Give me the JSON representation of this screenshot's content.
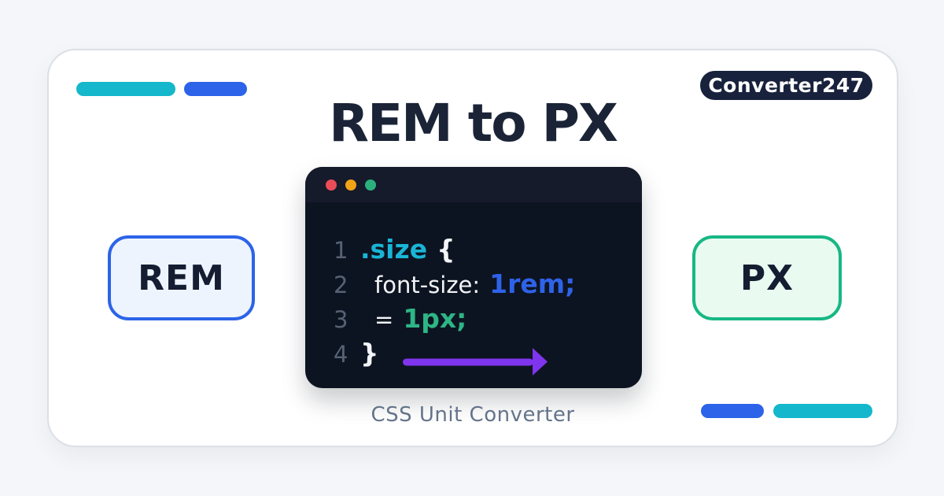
{
  "brand": {
    "label": "Converter247"
  },
  "header": {
    "title": "REM to PX"
  },
  "footer": {
    "caption": "CSS Unit Converter"
  },
  "unit_boxes": {
    "from_label": "REM",
    "to_label": "PX"
  },
  "code_window": {
    "window_dot_icons": [
      "close-dot",
      "minimize-dot",
      "maximize-dot"
    ],
    "arrow_icon": "right-arrow",
    "lines": [
      {
        "num": "1",
        "tokens": [
          ".size",
          "{"
        ]
      },
      {
        "num": "2",
        "tokens": [
          "font-size:",
          "1rem;"
        ]
      },
      {
        "num": "3",
        "tokens": [
          "=",
          "1px;"
        ]
      },
      {
        "num": "4",
        "tokens": [
          "}"
        ]
      }
    ]
  },
  "colors": {
    "page_bg": "#f4f6f9",
    "card_bg": "#ffffff",
    "card_border": "#dcdfe6",
    "ink": "#1b2437",
    "muted": "#64748b",
    "badge_bg": "#18223c",
    "badge_text": "#ffffff",
    "accent_cyan": "#14b7cb",
    "accent_blue": "#2c63e8",
    "accent_green": "#17b784",
    "accent_purple": "#7f34ee",
    "window_bg": "#0d1421",
    "window_bar": "#151b2b",
    "line_number": "#566274",
    "code_plain": "#f2f4f7",
    "code_selector": "#1ab5d6",
    "code_rem": "#2e62e8",
    "code_px": "#2eb585",
    "dot_red": "#ea4d58",
    "dot_yellow": "#f0a317",
    "dot_green": "#2bb17e",
    "box_rem_bg": "#eef4fd",
    "box_px_bg": "#e9faf1"
  }
}
